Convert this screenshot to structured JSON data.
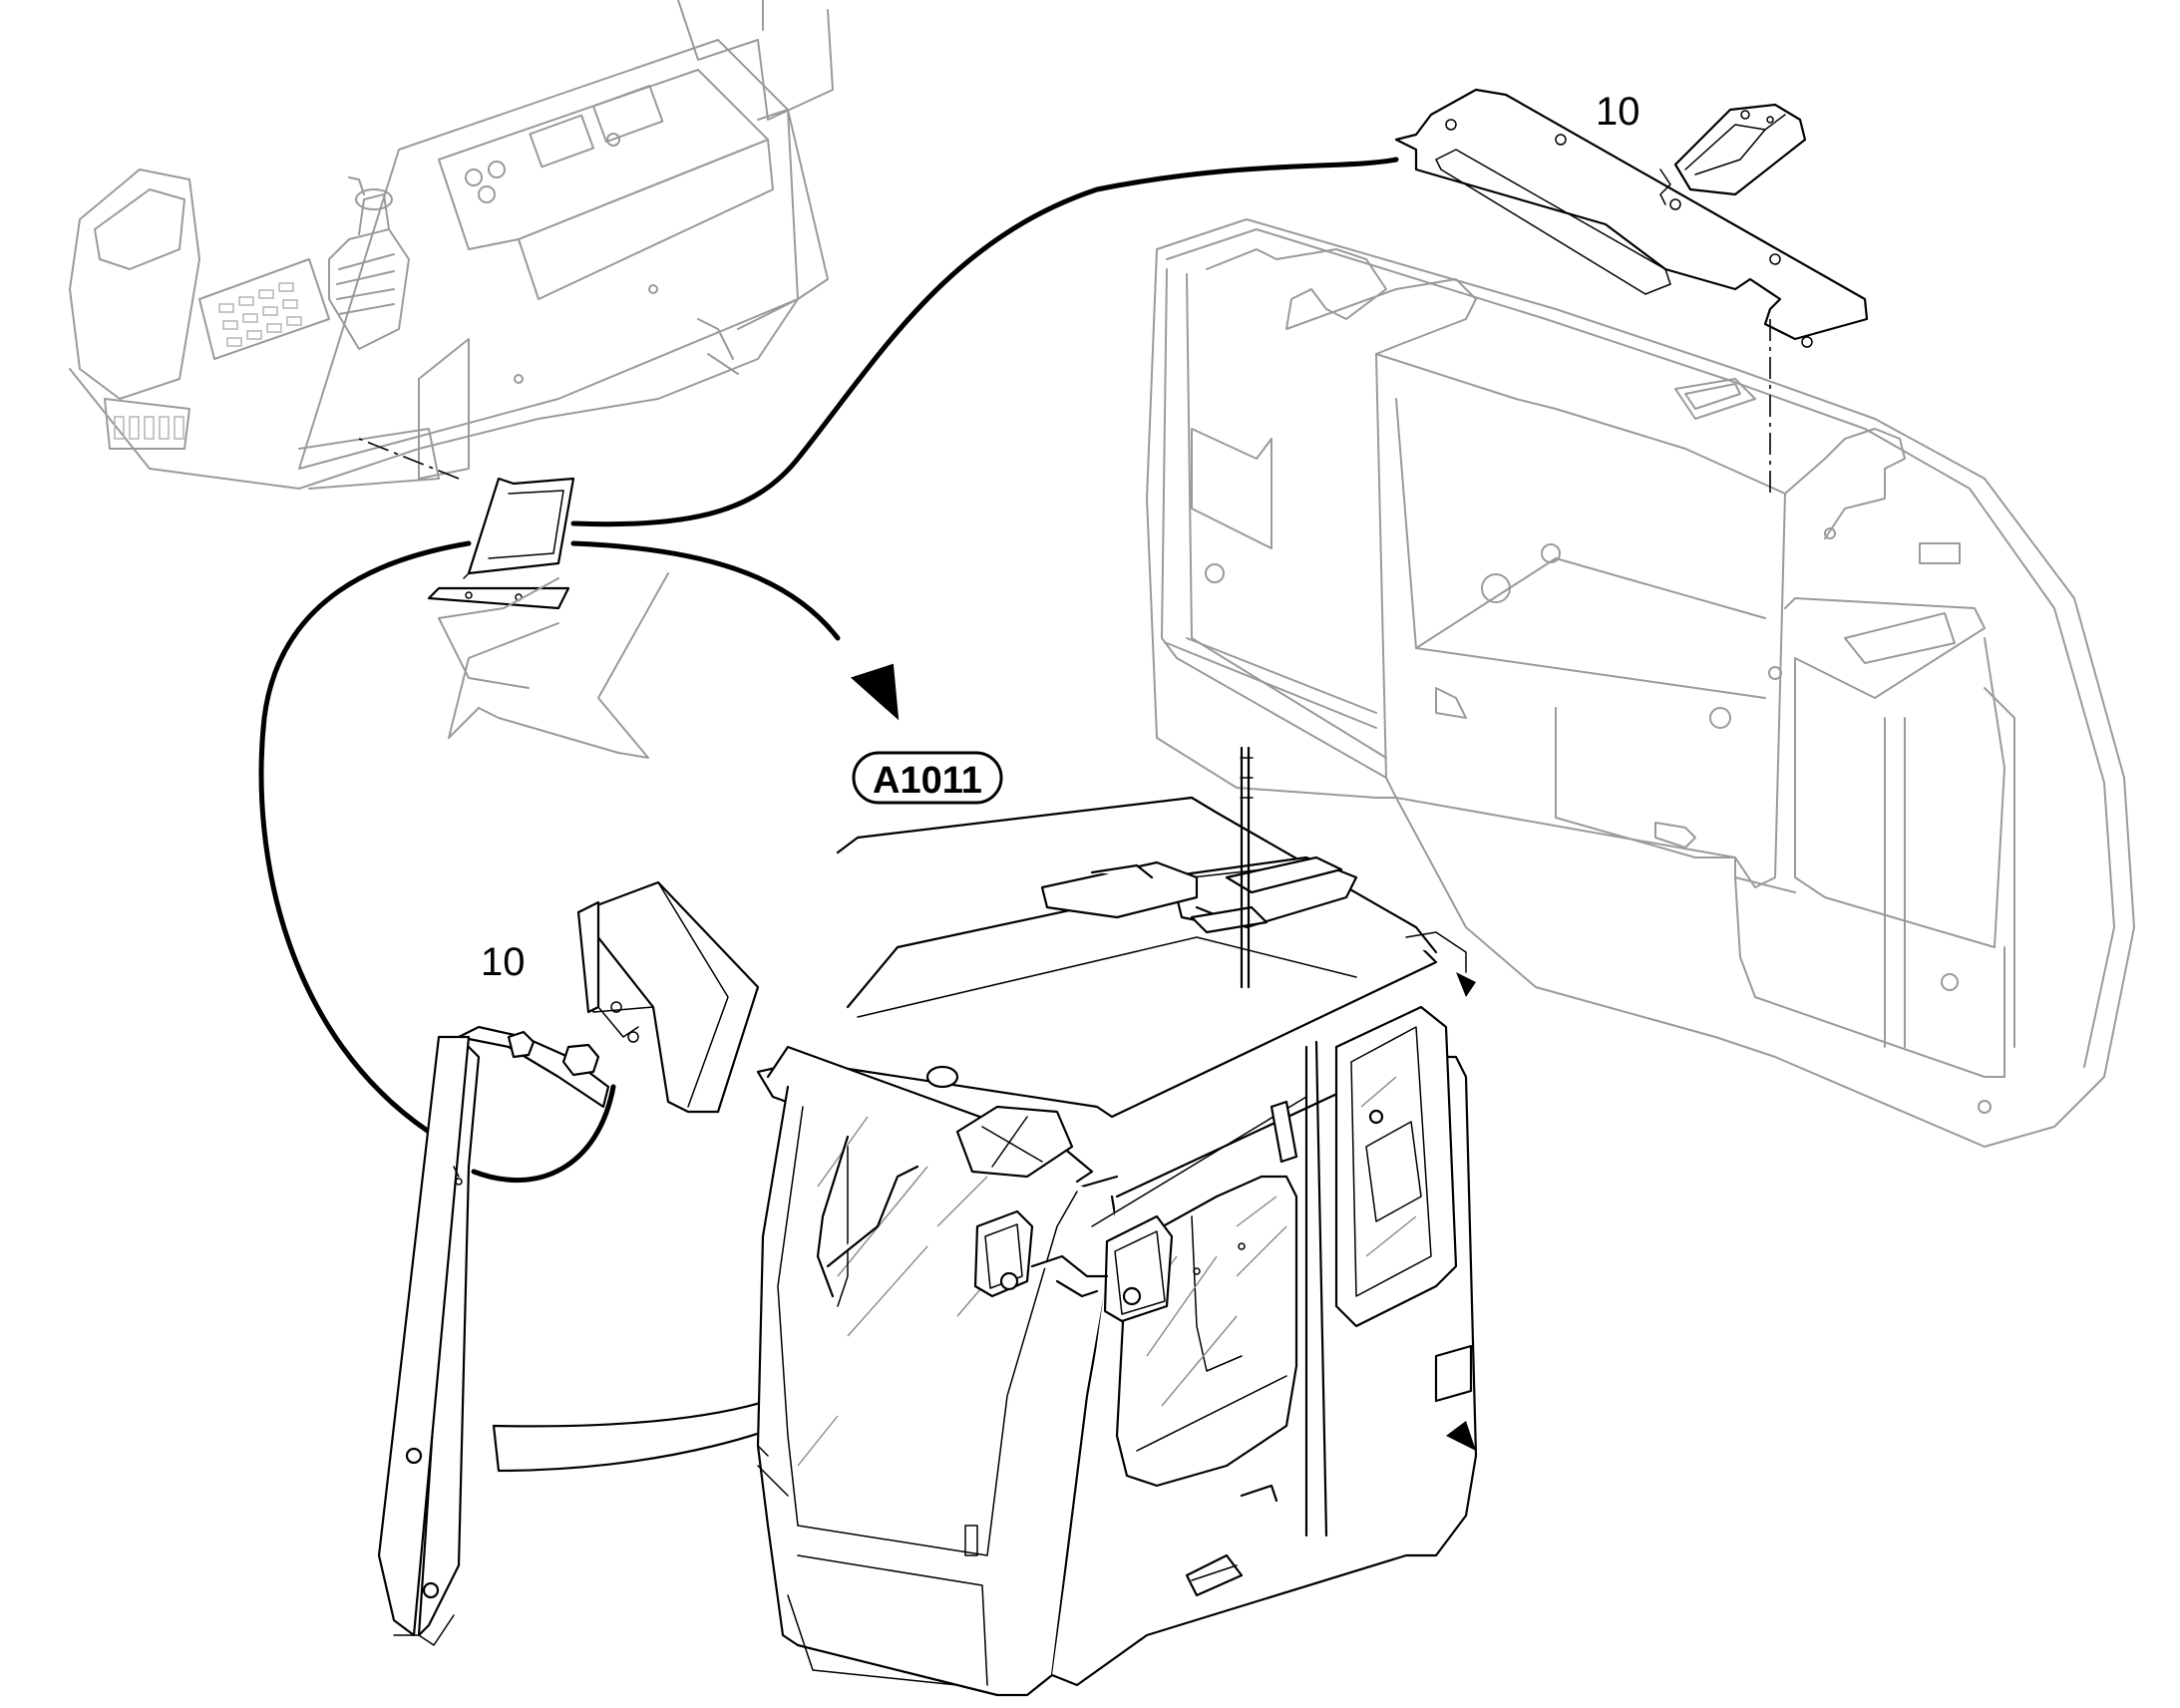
{
  "callouts": [
    {
      "id": "callout-10-top",
      "label": "10"
    },
    {
      "id": "callout-10-left",
      "label": "10"
    }
  ],
  "reference": {
    "label": "A1011"
  },
  "icons": {
    "arrow": "curved-arrow-icon",
    "arrowhead": "arrowhead-icon"
  }
}
